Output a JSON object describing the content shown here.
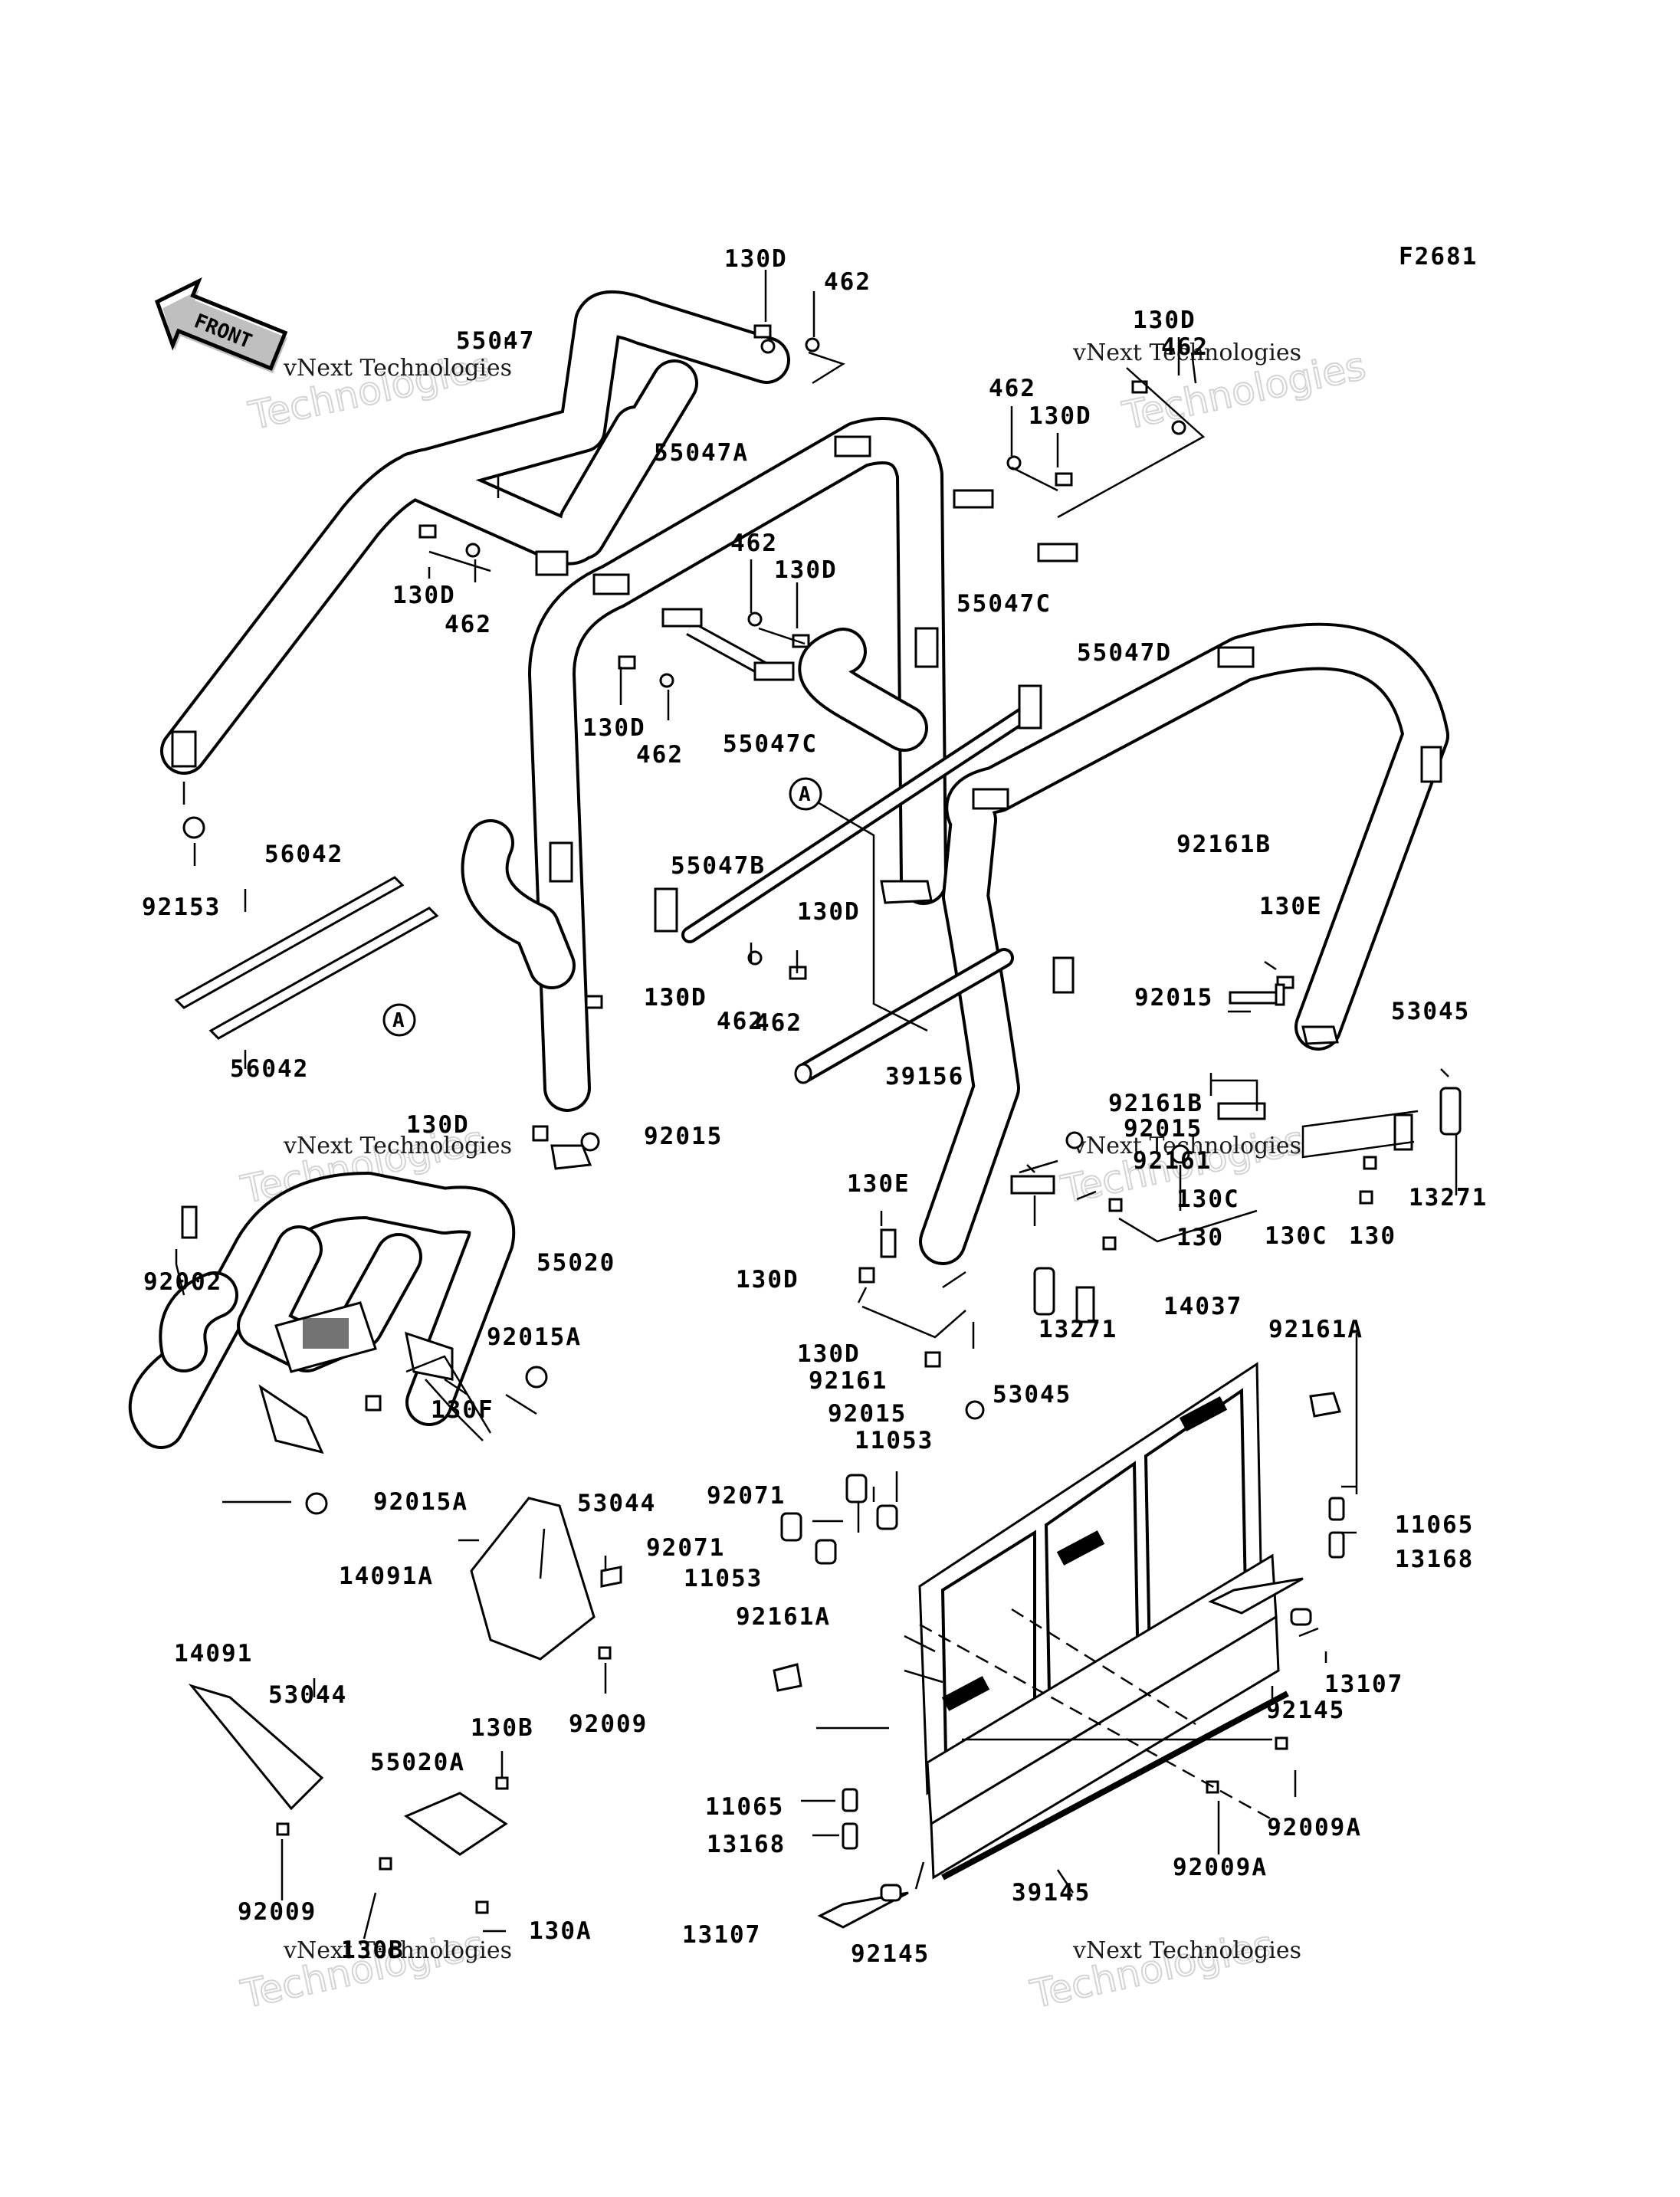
{
  "diagram": {
    "figure_code": "F2681",
    "front_label": "FRONT",
    "ref_marker": "A",
    "watermark_line1": "vNext Technologies",
    "watermark_line2": "vNext Technologies",
    "watermark_big": "Technologies",
    "part_labels": [
      "130D",
      "462",
      "55047",
      "130D",
      "462",
      "462",
      "130D",
      "55047A",
      "462",
      "130D",
      "130D",
      "462",
      "55047C",
      "55047D",
      "462",
      "130D",
      "130D",
      "462",
      "55047C",
      "55047B",
      "92153",
      "56042",
      "130D",
      "92161B",
      "130E",
      "92015",
      "53045",
      "130D",
      "462",
      "39156",
      "56042",
      "130D",
      "92015",
      "92161B",
      "92015",
      "92161",
      "130C",
      "13271",
      "130C",
      "130E",
      "130",
      "130",
      "92002",
      "55020",
      "130D",
      "13271",
      "14037",
      "92161A",
      "92015A",
      "130F",
      "130D",
      "92161",
      "53045",
      "92015",
      "92015A",
      "11053",
      "92071",
      "92071",
      "11053",
      "53044",
      "11065",
      "14091A",
      "13168",
      "92161A",
      "13107",
      "14091",
      "53044",
      "92009",
      "92145",
      "130B",
      "55020A",
      "92009A",
      "11065",
      "13168",
      "92009A",
      "39145",
      "13107",
      "92145",
      "92009",
      "130B",
      "130A"
    ]
  }
}
